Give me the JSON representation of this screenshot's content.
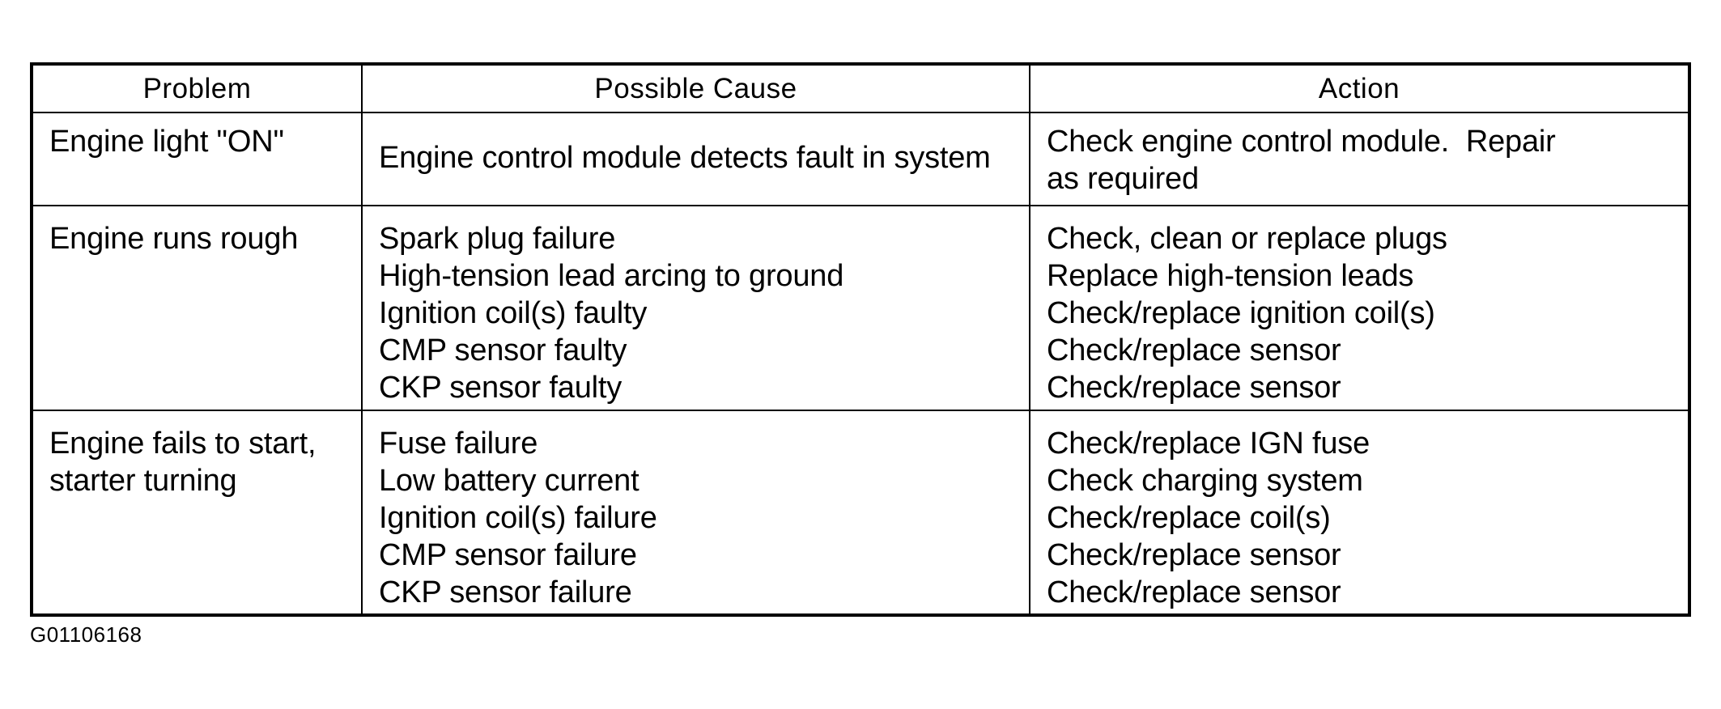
{
  "document": {
    "figure_id": "G01106168"
  },
  "table": {
    "headers": [
      {
        "label": "Problem"
      },
      {
        "label": "Possible Cause"
      },
      {
        "label": "Action"
      }
    ],
    "rows": [
      {
        "problem": [
          "Engine light \"ON\""
        ],
        "causes": [
          "Engine control module detects fault in system"
        ],
        "actions": [
          "Check engine control module.  Repair",
          "as required"
        ]
      },
      {
        "problem": [
          "Engine runs rough"
        ],
        "causes": [
          "Spark plug failure",
          "High-tension lead arcing to ground",
          "Ignition coil(s) faulty",
          "CMP sensor faulty",
          "CKP sensor faulty"
        ],
        "actions": [
          "Check, clean or replace plugs",
          "Replace high-tension leads",
          "Check/replace ignition coil(s)",
          "Check/replace sensor",
          "Check/replace sensor"
        ]
      },
      {
        "problem": [
          "Engine fails to start,",
          "starter turning"
        ],
        "causes": [
          "Fuse failure",
          "Low battery current",
          "Ignition coil(s) failure",
          "CMP sensor failure",
          "CKP sensor failure"
        ],
        "actions": [
          "Check/replace IGN fuse",
          "Check charging system",
          "Check/replace coil(s)",
          "Check/replace sensor",
          "Check/replace sensor"
        ]
      }
    ]
  },
  "colors": {
    "ink": "#000000",
    "paper": "#ffffff"
  }
}
